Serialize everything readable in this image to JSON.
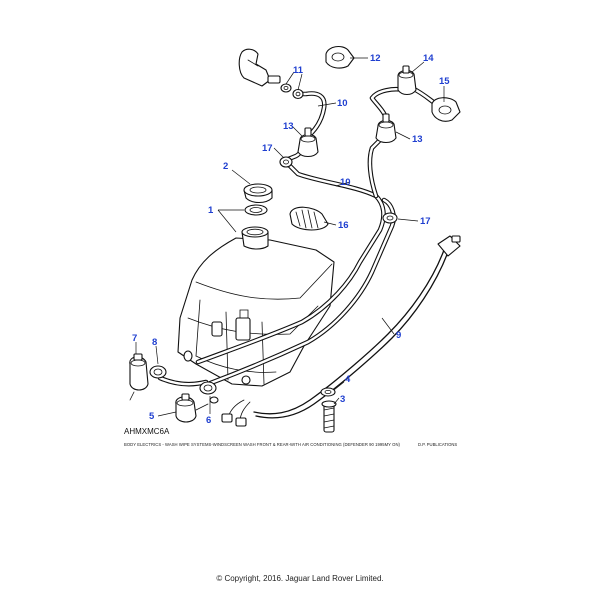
{
  "callouts": [
    {
      "id": "1",
      "label": "1"
    },
    {
      "id": "2",
      "label": "2"
    },
    {
      "id": "3",
      "label": "3"
    },
    {
      "id": "4",
      "label": "4"
    },
    {
      "id": "5",
      "label": "5"
    },
    {
      "id": "6",
      "label": "6"
    },
    {
      "id": "7",
      "label": "7"
    },
    {
      "id": "8",
      "label": "8"
    },
    {
      "id": "9",
      "label": "9"
    },
    {
      "id": "10a",
      "label": "10"
    },
    {
      "id": "10b",
      "label": "10"
    },
    {
      "id": "11",
      "label": "11"
    },
    {
      "id": "12",
      "label": "12"
    },
    {
      "id": "13a",
      "label": "13"
    },
    {
      "id": "13b",
      "label": "13"
    },
    {
      "id": "14",
      "label": "14"
    },
    {
      "id": "15",
      "label": "15"
    },
    {
      "id": "16",
      "label": "16"
    },
    {
      "id": "17a",
      "label": "17"
    },
    {
      "id": "17b",
      "label": "17"
    }
  ],
  "figure_code": "AHMXMC6A",
  "caption": "BODY ELECTRICS - WASH WIPE SYSTEMS-WINDSCREEN WASH FRONT & REAR-WITH AIR CONDITIONING (DEFENDER 90 1995MY ON)",
  "publisher": "D.P. PUBLICATIONS",
  "copyright": "© Copyright, 2016. Jaguar Land Rover Limited.",
  "colors": {
    "callout": "#1f3fd0",
    "line": "#111111",
    "background": "#ffffff"
  }
}
